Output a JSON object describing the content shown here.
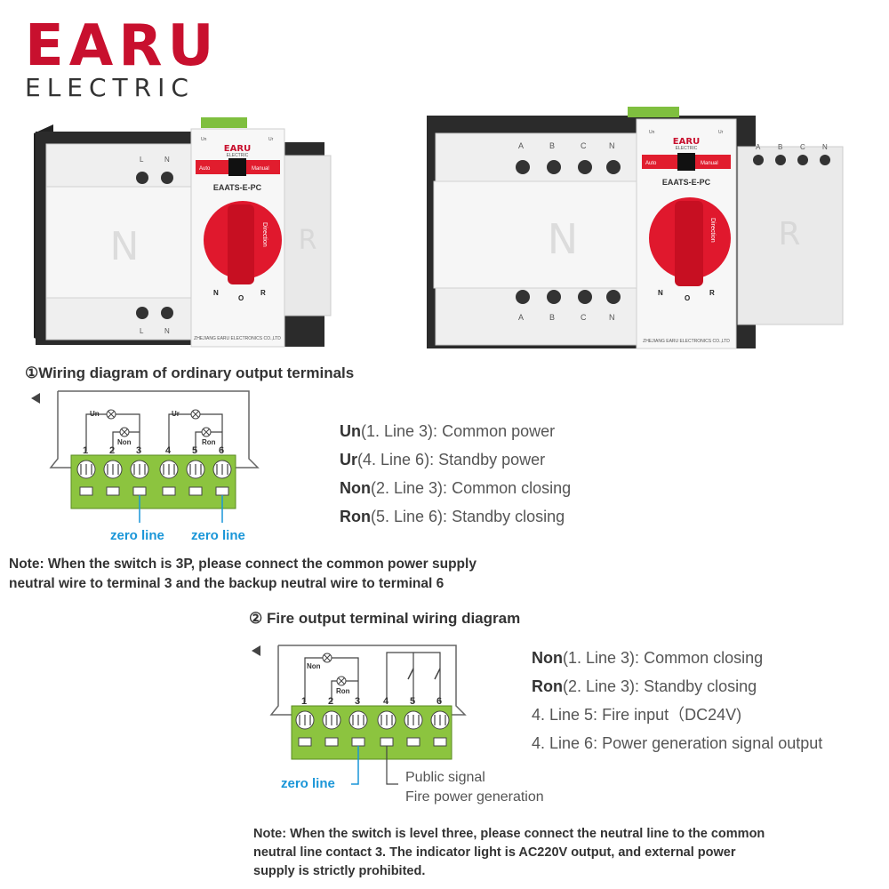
{
  "brand": {
    "name": "EARU",
    "sub": "ELECTRIC",
    "accent": "#c8102e"
  },
  "devices": [
    {
      "logo": "EARU",
      "logo_sub": "ELECTRIC",
      "model": "EAATS-E-PC",
      "mode_left": "Auto",
      "mode_right": "Manual",
      "lamp_left": "Un",
      "lamp_right": "Ur",
      "left_cover": "N",
      "right_cover": "R",
      "top_poles": [
        "L",
        "N"
      ],
      "bottom_poles": [
        "L",
        "N"
      ],
      "knob_text": "Direction",
      "pos_n": "N",
      "pos_o": "O",
      "pos_r": "R",
      "maker": "ZHEJIANG EARU ELECTRONICS CO.,LTD"
    },
    {
      "logo": "EARU",
      "logo_sub": "ELECTRIC",
      "model": "EAATS-E-PC",
      "mode_left": "Auto",
      "mode_right": "Manual",
      "lamp_left": "Un",
      "lamp_right": "Ur",
      "left_cover": "N",
      "right_cover": "R",
      "top_poles": [
        "A",
        "B",
        "C",
        "N"
      ],
      "bottom_poles": [
        "A",
        "B",
        "C",
        "N"
      ],
      "right_poles": [
        "A",
        "B",
        "C",
        "N"
      ],
      "knob_text": "Direction",
      "pos_n": "N",
      "pos_o": "O",
      "pos_r": "R",
      "maker": "ZHEJIANG EARU ELECTRONICS CO.,LTD"
    }
  ],
  "section1": {
    "title": "①Wiring diagram of ordinary output terminals",
    "terminals": [
      "1",
      "2",
      "3",
      "4",
      "5",
      "6"
    ],
    "lamps": [
      "Un",
      "Non",
      "Ur",
      "Ron"
    ],
    "zero_labels": [
      "zero line",
      "zero line"
    ],
    "legend": [
      {
        "code": "Un",
        "ref": "(1. Line 3)",
        "sep": ":",
        "desc": "Common power"
      },
      {
        "code": "Ur",
        "ref": "(4. Line 6)",
        "sep": ":",
        "desc": "Standby power"
      },
      {
        "code": "Non",
        "ref": "(2. Line 3)",
        "sep": ":",
        "desc": "Common closing"
      },
      {
        "code": "Ron",
        "ref": "(5. Line 6)",
        "sep": ":",
        "desc": "Standby closing"
      }
    ],
    "note_line1": "Note: When the switch is 3P, please connect the common power supply",
    "note_line2": "neutral wire to terminal 3 and the backup neutral wire to terminal 6"
  },
  "section2": {
    "title": "② Fire output terminal wiring diagram",
    "terminals": [
      "1",
      "2",
      "3",
      "4",
      "5",
      "6"
    ],
    "lamps": [
      "Non",
      "Ron"
    ],
    "zero_label": "zero line",
    "wire_labels": [
      "Public signal",
      "Fire power generation"
    ],
    "legend": [
      {
        "code": "Non",
        "ref": "(1. Line 3)",
        "sep": ":",
        "desc": "Common closing"
      },
      {
        "code": "Ron",
        "ref": "(2. Line 3)",
        "sep": ":",
        "desc": "Standby closing"
      },
      {
        "code": "",
        "ref": "4. Line 5:",
        "sep": "",
        "desc": "Fire input（DC24V)"
      },
      {
        "code": "",
        "ref": "4. Line 6",
        "sep": ":",
        "desc": "Power generation signal output"
      }
    ],
    "note_line1": "Note: When the switch is level three, please connect the neutral line to the common",
    "note_line2": "neutral line contact 3. The indicator light is AC220V output, and external power",
    "note_line3": "supply is strictly prohibited."
  },
  "colors": {
    "terminal_green": "#8cc43f",
    "zero_blue": "#1a96d8",
    "knob_red": "#e0182d"
  }
}
